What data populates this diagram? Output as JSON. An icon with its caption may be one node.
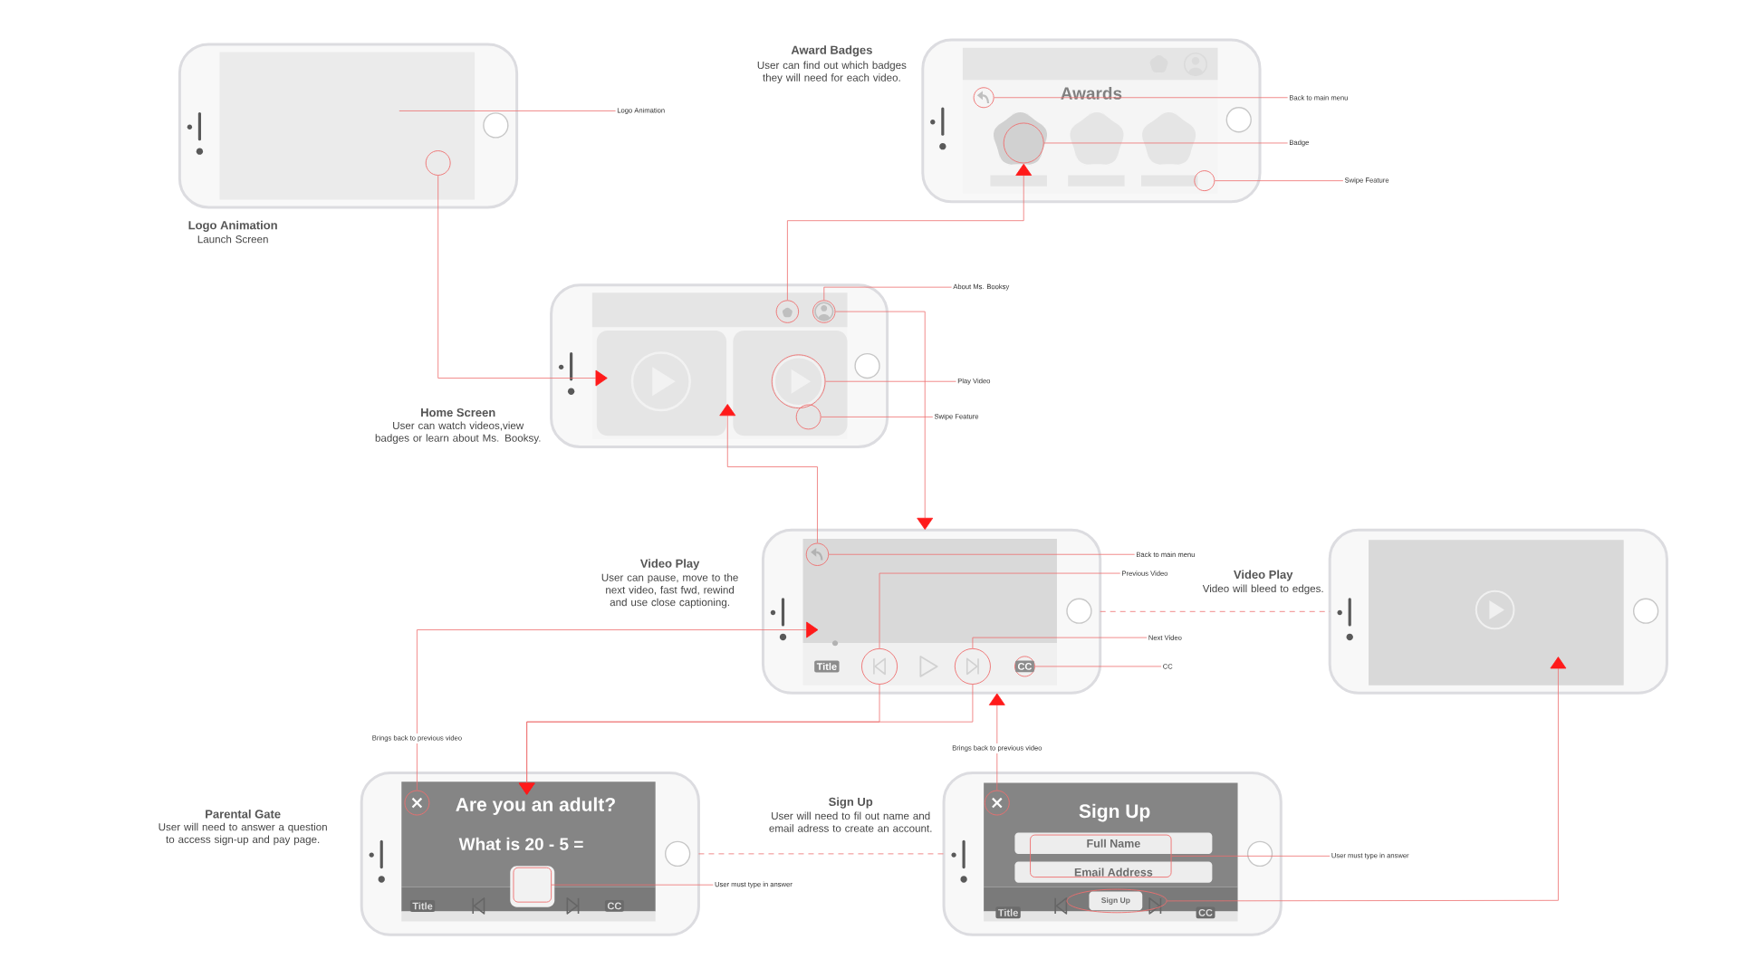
{
  "diagram": {
    "nodes": [
      {
        "text": [
          "Logo Animation",
          "Launch Screen"
        ]
      },
      {
        "text": [],
        "shape": "circle",
        "in": 0
      },
      {
        "text": [
          "Logo Animation"
        ]
      },
      {
        "text": [
          "Award Badges",
          "User can find out which badges they will need for each video.",
          "Awards"
        ]
      },
      {
        "text": [],
        "shape": "circle",
        "in": 3
      },
      {
        "text": [],
        "shape": "circle",
        "in": 3
      },
      {
        "text": [],
        "shape": "circle",
        "in": 3
      },
      {
        "text": [
          "Back to main menu"
        ]
      },
      {
        "text": [
          "Badge"
        ]
      },
      {
        "text": [
          "Swipe Feature"
        ]
      },
      {
        "text": [
          "Home Screen",
          "User can watch videos,view badges or learn about Ms. Booksy."
        ]
      },
      {
        "text": [],
        "shape": "circle",
        "in": 10
      },
      {
        "text": [],
        "shape": "circle",
        "in": 10
      },
      {
        "text": [],
        "shape": "circle",
        "in": 10
      },
      {
        "text": [],
        "shape": "circle",
        "in": 10
      },
      {
        "text": [
          "About Ms. Booksy"
        ]
      },
      {
        "text": [
          "Play Video"
        ]
      },
      {
        "text": [
          "Swipe Feature"
        ]
      },
      {
        "text": [
          "Video Play",
          "User can pause, move to the next video, fast fwd, rewind and use close captioning."
        ]
      },
      {
        "text": [],
        "shape": "circle",
        "in": 18
      },
      {
        "text": [],
        "shape": "circle",
        "in": 18
      },
      {
        "text": [],
        "shape": "circle",
        "in": 18
      },
      {
        "text": [],
        "shape": "circle",
        "in": 18
      },
      {
        "text": [
          "Back to main menu"
        ]
      },
      {
        "text": [
          "Previous Video"
        ]
      },
      {
        "text": [
          "Next Video"
        ]
      },
      {
        "text": [
          "CC"
        ]
      },
      {
        "text": [
          "Video Play",
          "Video will bleed to edges."
        ]
      },
      {
        "text": [
          "Parental Gate",
          "User will need to answer a question to access sign-up and pay page.",
          "Are you an adult?",
          "What is 20 - 5 ="
        ]
      },
      {
        "text": [],
        "shape": "circle",
        "in": 28
      },
      {
        "text": [],
        "shape": "box",
        "in": 28
      },
      {
        "text": [
          "User must type in answer"
        ]
      },
      {
        "text": [
          "Sign Up",
          "User will need to fil out name and email adress to create an account.",
          "Sign Up"
        ]
      },
      {
        "text": [],
        "shape": "circle",
        "in": 32
      },
      {
        "text": [
          "Full Name"
        ],
        "in": 32
      },
      {
        "text": [
          "Email Address"
        ],
        "in": 32
      },
      {
        "text": [],
        "shape": "box",
        "in": 32
      },
      {
        "text": [],
        "shape": "ellipse",
        "in": 32
      },
      {
        "text": [
          "Sign Up"
        ],
        "in": 37
      },
      {
        "text": [
          "User must type in answer"
        ]
      }
    ],
    "edges": [
      {
        "from": 2,
        "to": null,
        "arrow": "none"
      },
      {
        "from": 1,
        "to": 10,
        "arrow": "to"
      },
      {
        "from": 7,
        "to": 4,
        "arrow": "none"
      },
      {
        "from": 8,
        "to": 5,
        "arrow": "none"
      },
      {
        "from": 9,
        "to": 6,
        "arrow": "none"
      },
      {
        "from": 11,
        "to": 5,
        "arrow": "to"
      },
      {
        "from": 15,
        "to": 12,
        "arrow": "none"
      },
      {
        "from": 16,
        "to": 13,
        "arrow": "none"
      },
      {
        "from": 17,
        "to": 14,
        "arrow": "none"
      },
      {
        "from": 12,
        "to": 18,
        "arrow": "to"
      },
      {
        "from": 19,
        "to": 10,
        "arrow": "to"
      },
      {
        "from": 23,
        "to": 19,
        "arrow": "none"
      },
      {
        "from": 24,
        "to": 20,
        "arrow": "none"
      },
      {
        "from": 25,
        "to": 21,
        "arrow": "none"
      },
      {
        "from": 26,
        "to": 22,
        "arrow": "none"
      },
      {
        "from": 18,
        "to": 27,
        "arrow": "none",
        "style": "dashed"
      },
      {
        "from": 20,
        "to": 28,
        "arrow": "to"
      },
      {
        "from": 21,
        "to": 28,
        "arrow": "to"
      },
      {
        "from": 29,
        "to": 18,
        "arrow": "to",
        "label": "Brings back to previous video"
      },
      {
        "from": 31,
        "to": 30,
        "arrow": "none"
      },
      {
        "from": 28,
        "to": 32,
        "arrow": "none",
        "style": "dashed"
      },
      {
        "from": 33,
        "to": 18,
        "arrow": "to",
        "label": "Brings back to previous video"
      },
      {
        "from": 39,
        "to": 36,
        "arrow": "none"
      },
      {
        "from": 37,
        "to": 27,
        "arrow": "to"
      }
    ],
    "labels": [
      "Title",
      "CC",
      "Title",
      "CC",
      "Title",
      "CC"
    ]
  }
}
